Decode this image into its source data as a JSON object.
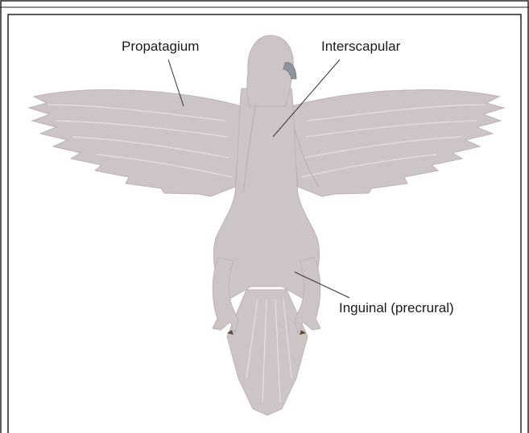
{
  "labels": {
    "propatagium": "Propatagium",
    "interscapular": "Interscapular",
    "inguinal": "Inguinal (precrural)"
  },
  "colors": {
    "body": "#cdc4c6",
    "body_shadow": "#bfb5b8",
    "feather_line": "#e3dddf",
    "beak": "#8e959c",
    "claw": "#5a4b3c",
    "leader_line": "#333333",
    "frame": "#222222"
  }
}
